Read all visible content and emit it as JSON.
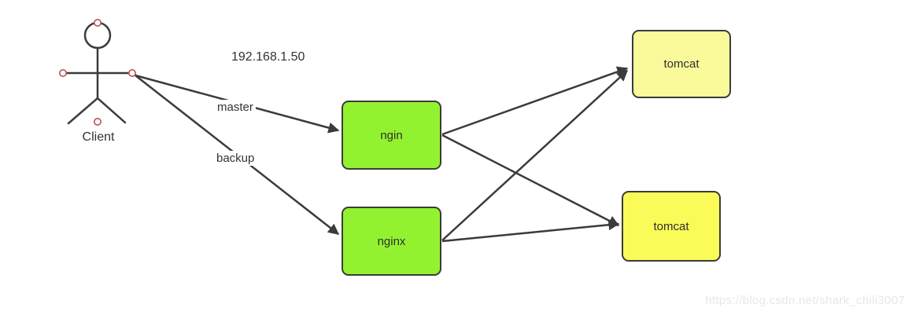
{
  "diagram": {
    "ip_address": "192.168.1.50",
    "client_label": "Client",
    "edges": {
      "master": "master",
      "backup": "backup"
    },
    "nodes": {
      "ngin": {
        "label": "ngin",
        "fill": "#93F22F"
      },
      "nginx": {
        "label": "nginx",
        "fill": "#93F22F"
      },
      "tomcat_top": {
        "label": "tomcat",
        "fill": "#FAFA9B"
      },
      "tomcat_bottom": {
        "label": "tomcat",
        "fill": "#FAFA58"
      }
    },
    "colors": {
      "stroke": "#3b3b3b",
      "connector_dot": "#b85450",
      "text": "#333333",
      "watermark": "#e7e7e7",
      "background": "#ffffff"
    },
    "watermark": "https://blog.csdn.net/shark_chili3007"
  }
}
